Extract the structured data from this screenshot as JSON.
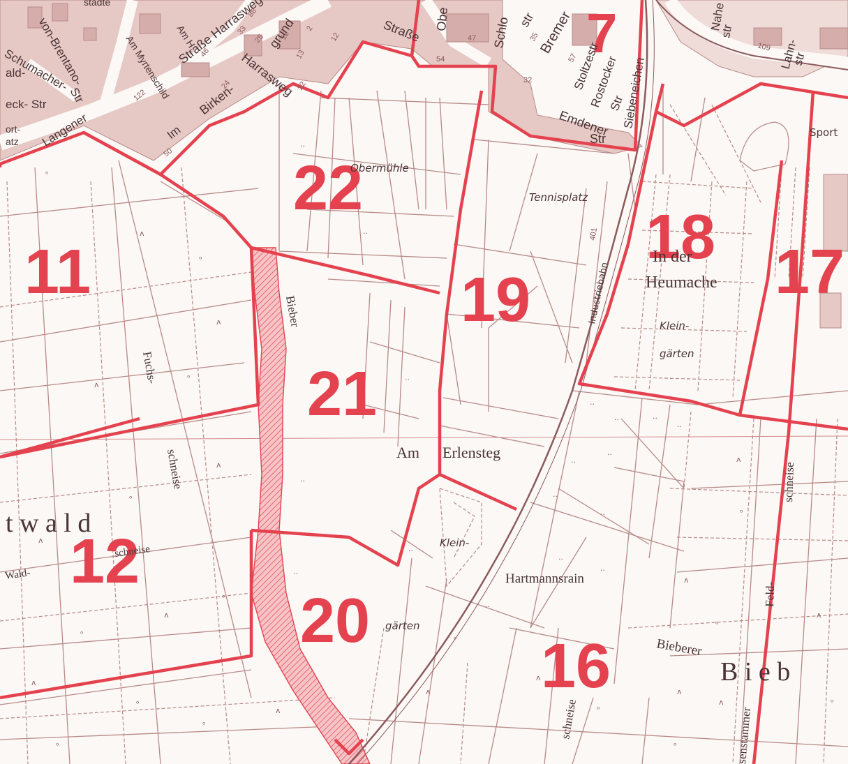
{
  "map": {
    "district_numbers": {
      "d11": "11",
      "d12": "12",
      "d16": "16",
      "d17": "17",
      "d18": "18",
      "d19": "19",
      "d20": "20",
      "d21": "21",
      "d22": "22",
      "d7": "7"
    },
    "place_labels": {
      "obermuehle": "Obermühle",
      "tennisplatz": "Tennisplatz",
      "in_der": "In der",
      "heumache": "Heumache",
      "klein_1": "Klein-",
      "gaerten_1": "gärten",
      "klein_2": "Klein-",
      "gaerten_2": "gärten",
      "am": "Am",
      "erlensteg": "Erlensteg",
      "hartmannsrain": "Hartmannsrain",
      "bieberer": "Bieberer",
      "bieb": "B i e b",
      "twald": "t w a l d",
      "sport": "Sport",
      "industriebahn": "Industriebahn",
      "bieber_river": "Bieber",
      "fuchs": "Fuchs-",
      "schneise_fuchs": "schneise",
      "schneise_12": "schneise",
      "wald": "Wald-",
      "feld": "Feld-",
      "schneise_feld": "schneise",
      "schneise_bottom": "schneise",
      "senstammer": "senstammer"
    },
    "streets": {
      "strasse_top": "Straße",
      "strasse_harrasweg": "Straße Harrasweg",
      "harrasweg": "Harrasweg",
      "grund": "grund",
      "birken": "Birken-",
      "im": "Im",
      "langener": "Langener",
      "schumacher": "Schumacher-",
      "brentano": "von-Brentano-",
      "str_1": "Str",
      "ald": "ald-",
      "eck_str": "eck- Str",
      "ort": "ort-",
      "atz": "atz",
      "myrtenschild": "Am Myrtenschild",
      "am_h": "Am H",
      "stadte": "städte",
      "schlo": "Schlo",
      "str_bremer": "str",
      "bremer": "Bremer",
      "ober": "Obe",
      "stoltzestr": "Stoltzestr",
      "rostocker": "Rostocker",
      "str_rost": "Str",
      "emdener": "Emdener",
      "str_emd": "Str",
      "siebeneichen": "Siebeneichen",
      "nahe": "Nahe",
      "str_nahe": "str",
      "lahn": "Lahn-",
      "str_lahn": "str"
    },
    "house_numbers": {
      "n88": "88",
      "n33": "33",
      "n25": "25",
      "n46": "46",
      "n24": "24",
      "n122": "122",
      "n50": "50",
      "n12a": "12",
      "n12b": "12",
      "n13": "13",
      "n2": "2",
      "n47": "47",
      "n54": "54",
      "n35": "35",
      "n57": "57",
      "n32": "32",
      "n109": "109",
      "n401": "401",
      "n22": "22"
    },
    "symbols": {
      "meadow": "ᵒ",
      "forest": "ʌ",
      "dots": ".."
    },
    "colors": {
      "boundary": "#e4424f",
      "district_number": "#e4424f",
      "built_area": "#e6c8c5",
      "parcel_line": "#b88a88",
      "background": "#fbf8f5",
      "river_fill": "#f0a9ad",
      "label": "#4a3436"
    }
  }
}
